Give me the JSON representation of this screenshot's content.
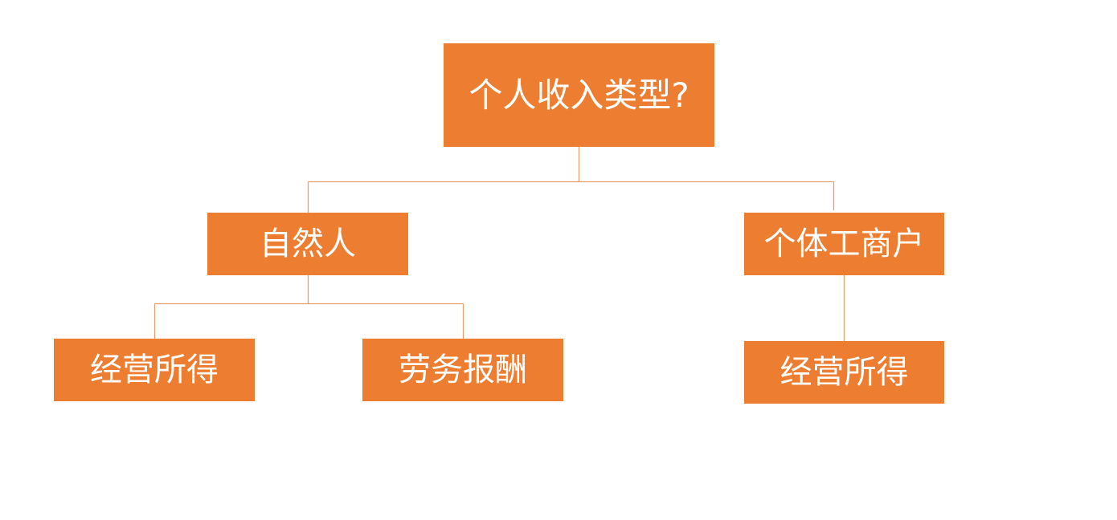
{
  "diagram": {
    "accent_color": "#ED7D31",
    "line_color": "#E5A06F",
    "text_color": "#FFFFFF",
    "root": {
      "label": "个人收入类型?"
    },
    "children": [
      {
        "label": "自然人",
        "children": [
          {
            "label": "经营所得"
          },
          {
            "label": "劳务报酬"
          }
        ]
      },
      {
        "label": "个体工商户",
        "children": [
          {
            "label": "经营所得"
          }
        ]
      }
    ]
  }
}
